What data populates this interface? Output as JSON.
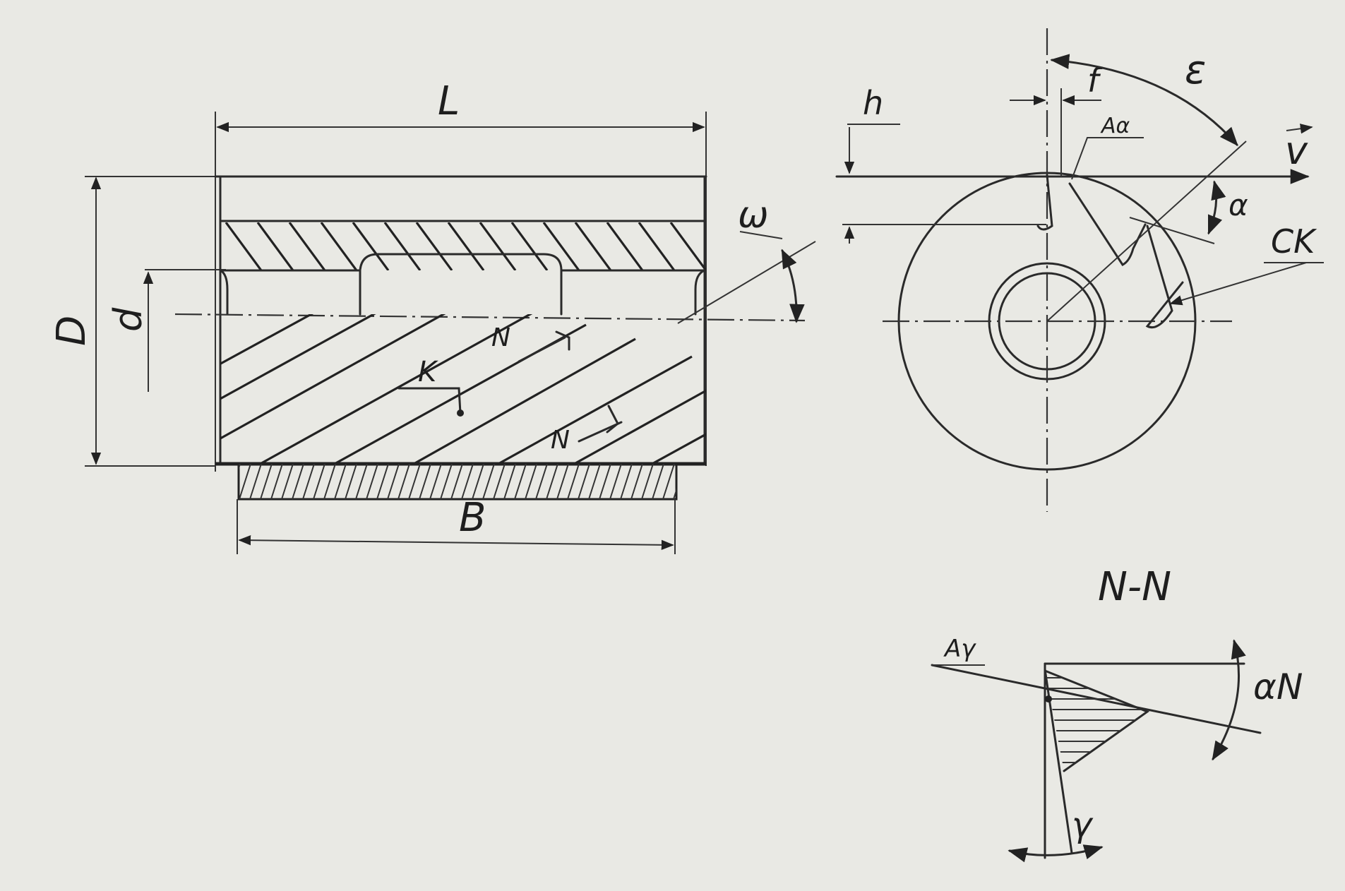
{
  "figure": {
    "labels": {
      "L": "L",
      "D": "D",
      "d": "d",
      "omega": "ω",
      "N_upper": "N",
      "N_lower": "N",
      "K": "K",
      "B": "B",
      "h": "h",
      "f": "f",
      "A_alpha": "Aα",
      "epsilon": "ε",
      "v": "v",
      "alpha": "α",
      "CK": "CK",
      "section_title": "N-N",
      "A_gamma": "Aγ",
      "alpha_N": "αN",
      "gamma": "γ"
    },
    "colors": {
      "paper": "#e9e9e4",
      "ink": "#222222"
    }
  }
}
